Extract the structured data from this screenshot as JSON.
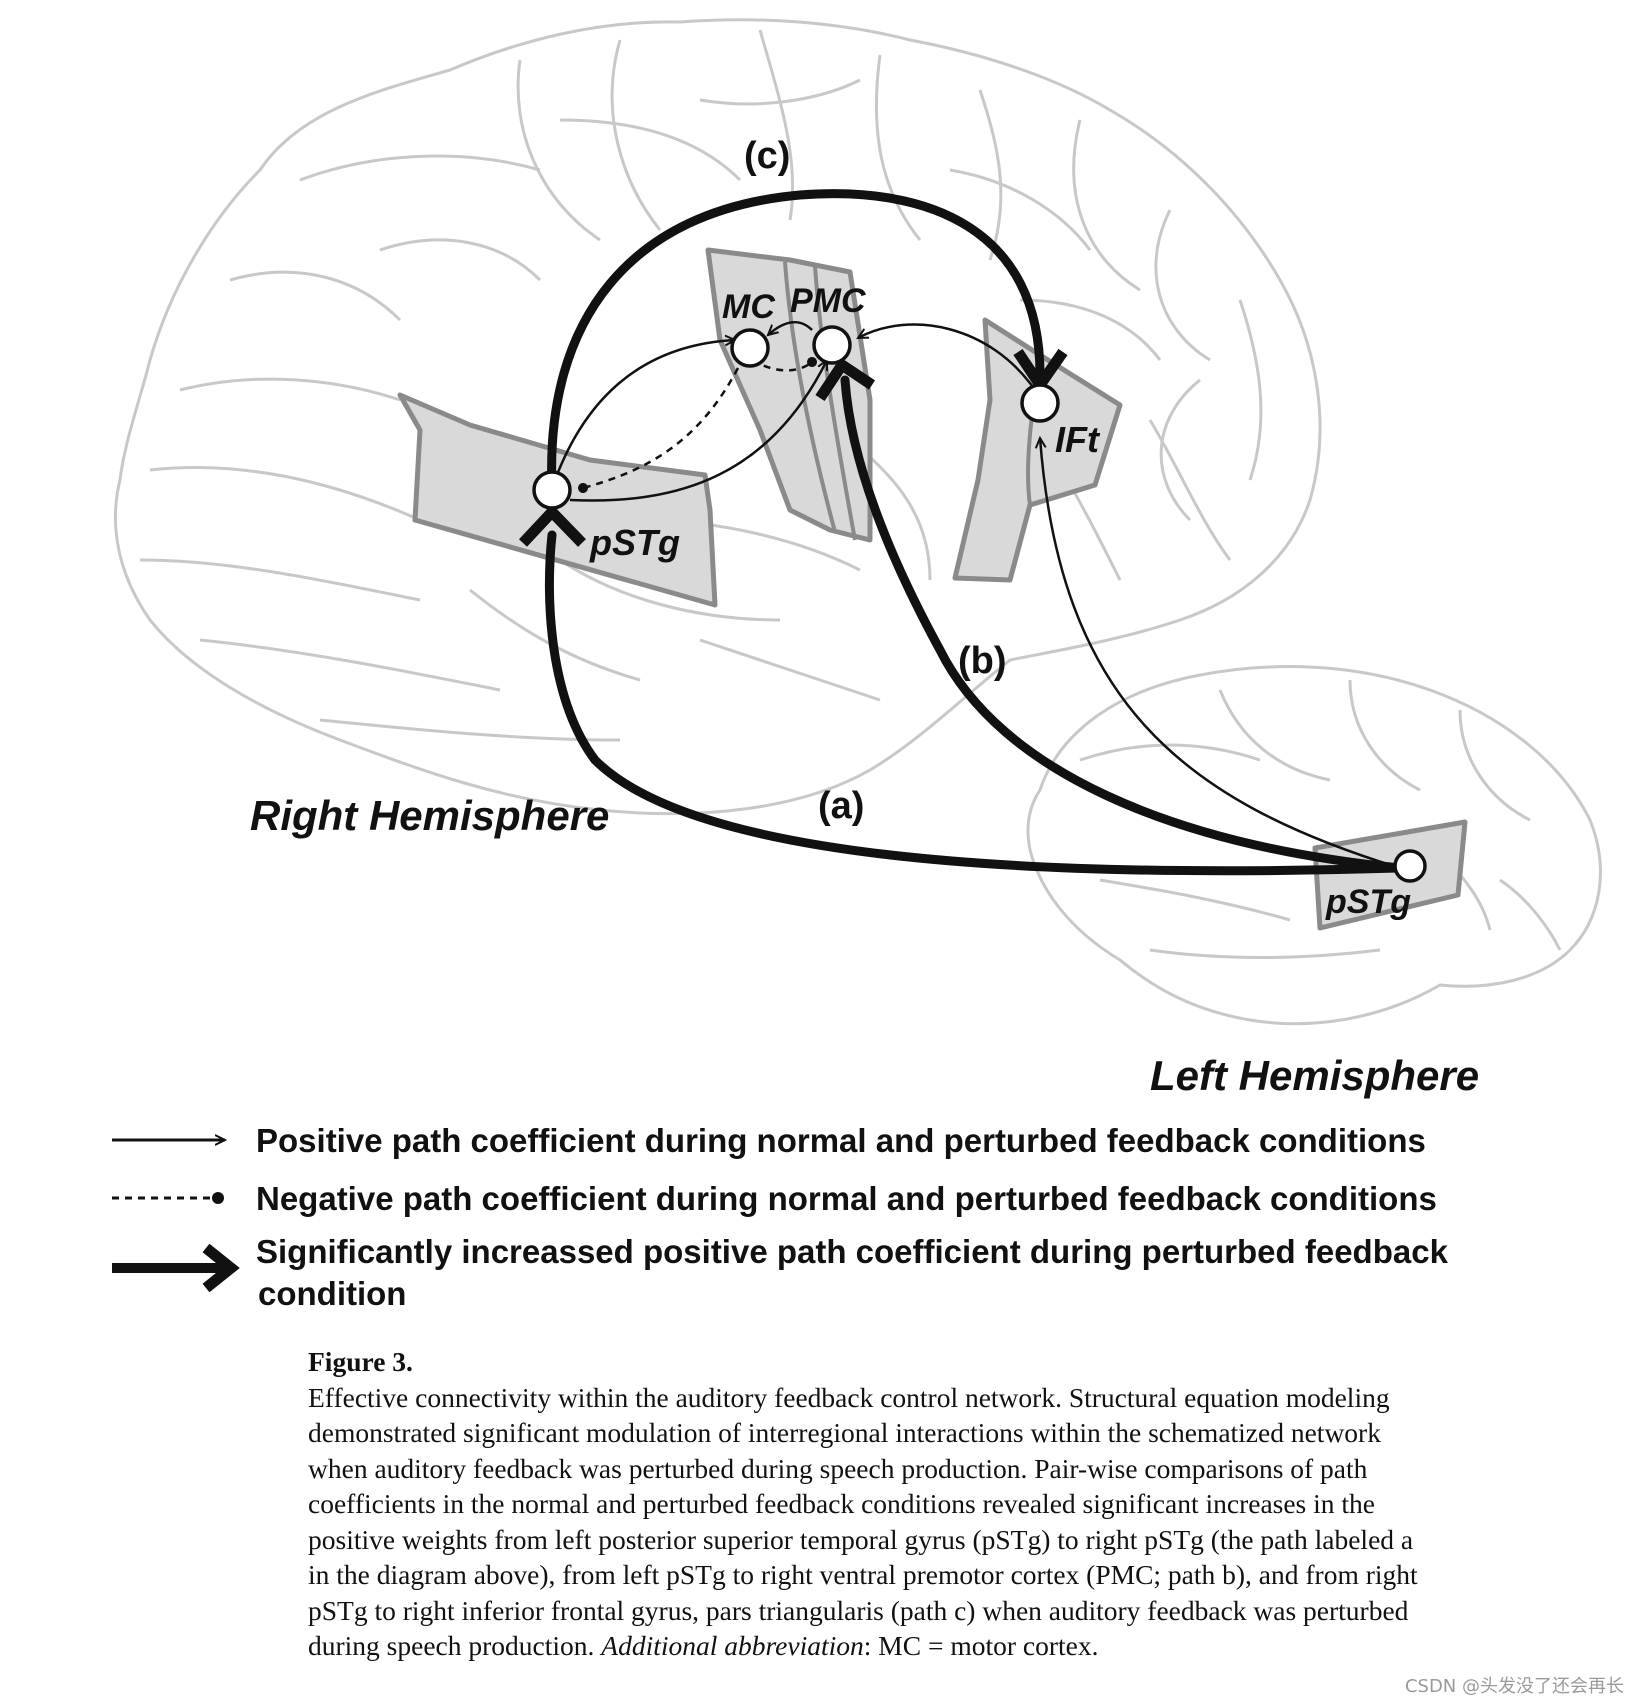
{
  "diagram": {
    "regions": {
      "mc": "MC",
      "pmc": "PMC",
      "ift": "IFt",
      "right_pstg": "pSTg",
      "left_pstg": "pSTg"
    },
    "paths": {
      "a": "(a)",
      "b": "(b)",
      "c": "(c)"
    },
    "hemispheres": {
      "right": "Right Hemisphere",
      "left": "Left Hemisphere"
    },
    "icons": [
      "brain-outline",
      "arrow-thin",
      "dashed-dot-line",
      "arrow-thick"
    ]
  },
  "legend": {
    "positive": "Positive path coefficient during normal and perturbed feedback conditions",
    "negative": "Negative path coefficient during normal and perturbed feedback conditions",
    "increased_line1": "Significantly increassed positive path coefficient during perturbed feedback",
    "increased_line2": "condition"
  },
  "caption": {
    "label": "Figure 3.",
    "body": "Effective connectivity within the auditory feedback control network. Structural equation modeling demonstrated significant modulation of interregional interactions within the schematized network when auditory feedback was perturbed during speech production. Pair-wise comparisons of path coefficients in the normal and perturbed feedback conditions revealed significant increases in the positive weights from left posterior superior temporal gyrus (pSTg) to right pSTg (the path labeled a in the diagram above), from left pSTg to right ventral premotor cortex (PMC; path b), and from right pSTg to right inferior frontal gyrus, pars triangularis (path c) when auditory feedback was perturbed during speech production.",
    "abbr_label": "Additional abbreviation",
    "abbr_text": ": MC = motor cortex."
  },
  "watermark": "CSDN @头发没了还会再长"
}
